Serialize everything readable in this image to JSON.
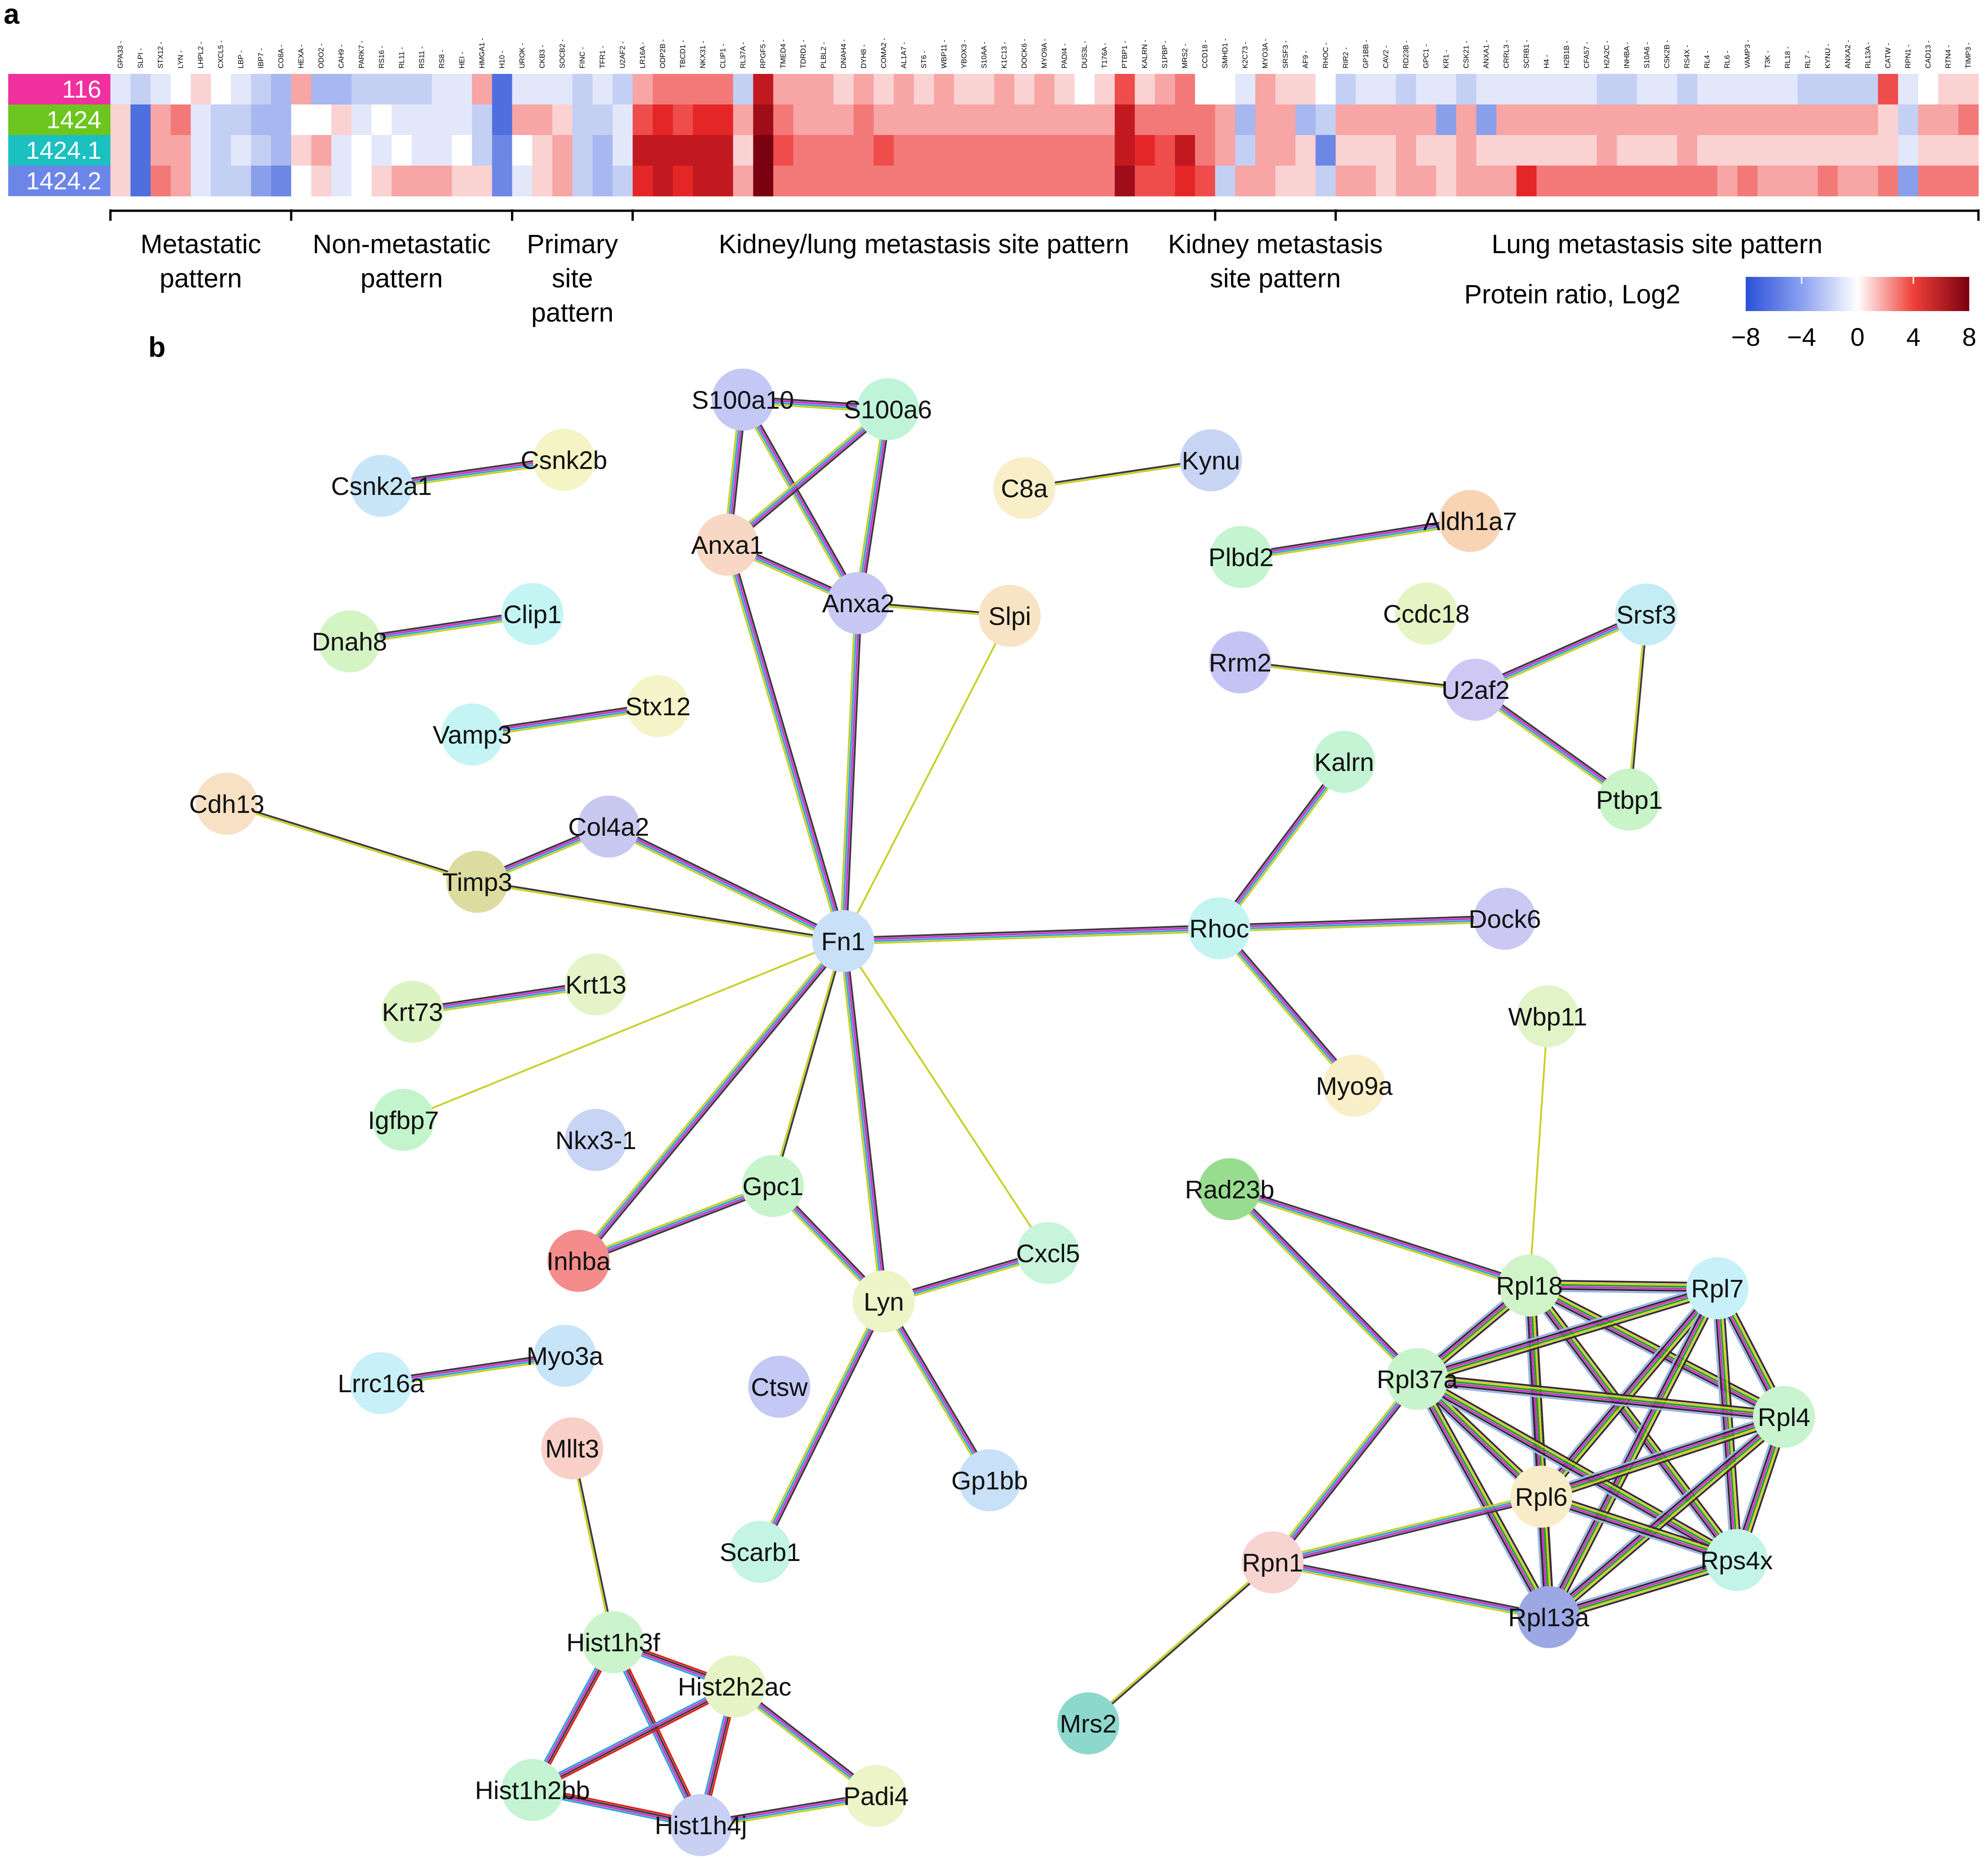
{
  "panel_a_label": "a",
  "panel_b_label": "b",
  "samples": [
    {
      "label": "116",
      "color": "#f0309e"
    },
    {
      "label": "1424",
      "color": "#6dc61f"
    },
    {
      "label": "1424.1",
      "color": "#1cc0c0"
    },
    {
      "label": "1424.2",
      "color": "#6c86e8"
    }
  ],
  "genes": [
    "GPA33",
    "SLPI",
    "STX12",
    "LYN",
    "LHPL2",
    "CXCL5",
    "LBP",
    "IBP7",
    "CO8A",
    "HEXA",
    "ODO2",
    "CAH9",
    "PARK7",
    "RS16",
    "RL11",
    "RS11",
    "RS8",
    "HEI",
    "HMGA1",
    "H10",
    "UROK",
    "CKB3",
    "SOCB2",
    "FINC",
    "TFR1",
    "U2AF2",
    "LR16A",
    "ODP2B",
    "TBCD1",
    "NKX31",
    "CLIP1",
    "RL37A",
    "RPGF5",
    "TMED4",
    "TDRD1",
    "PLBL2",
    "DNAH4",
    "DYH8",
    "COMA2",
    "AL1A7",
    "ST6",
    "WBP11",
    "YBOX3",
    "S10AA",
    "K1C13",
    "DOCK6",
    "MYO9A",
    "PADI4",
    "DUS3L",
    "T176A",
    "PTBP1",
    "KALRN",
    "S1PBP",
    "MRS2",
    "CCD18",
    "SMHD1",
    "K2C73",
    "MYO3A",
    "SRSF3",
    "AF9",
    "RHOC",
    "RIR2",
    "GP1BB",
    "CAV2",
    "RD23B",
    "GPC1",
    "KR1",
    "CSK21",
    "ANXA1",
    "CRRL3",
    "SCRB1",
    "H4",
    "H2B1B",
    "CFA57",
    "H2A2C",
    "INHBA",
    "S10A6",
    "CSK2B",
    "RS4X",
    "RL4",
    "RL6",
    "VAMP3",
    "T3K",
    "RL18",
    "RL7",
    "KYNU",
    "ANXA2",
    "RL13A",
    "CATW",
    "RPN1",
    "CAD13",
    "RTN4",
    "TIMP3"
  ],
  "heatmap": {
    "rows": [
      [
        -1,
        -2,
        -1,
        0,
        1,
        0,
        -1,
        -2,
        -3,
        2,
        -3,
        -3,
        -2,
        -2,
        -2,
        -2,
        -1,
        -1,
        2,
        -6,
        -1,
        -1,
        -1,
        -2,
        -1,
        -2,
        2,
        3,
        3,
        3,
        3,
        -2,
        6,
        2,
        2,
        2,
        1,
        2,
        1,
        2,
        1,
        2,
        1,
        1,
        2,
        1,
        2,
        1,
        0,
        1,
        4,
        1,
        2,
        3,
        0,
        0,
        -1,
        2,
        1,
        1,
        0,
        -2,
        -1,
        -1,
        -2,
        -1,
        -1,
        -2,
        -1,
        -1,
        -1,
        -1,
        -1,
        -1,
        -2,
        -2,
        -1,
        -1,
        -2,
        -1,
        -1,
        -1,
        -1,
        -1,
        -2,
        -2,
        -2,
        -2,
        4,
        -1,
        0,
        1,
        1
      ],
      [
        1,
        -6,
        2,
        3,
        -1,
        -2,
        -2,
        -3,
        -3,
        0,
        0,
        1,
        -1,
        0,
        -1,
        -1,
        -1,
        -1,
        -2,
        -6,
        2,
        2,
        1,
        -2,
        -2,
        -1,
        4,
        5,
        4,
        5,
        5,
        2,
        7,
        3,
        2,
        2,
        2,
        3,
        2,
        2,
        2,
        2,
        2,
        2,
        2,
        2,
        2,
        2,
        2,
        2,
        6,
        3,
        3,
        3,
        3,
        2,
        -3,
        2,
        2,
        -3,
        -2,
        2,
        2,
        2,
        2,
        2,
        -4,
        2,
        -4,
        2,
        2,
        2,
        2,
        2,
        2,
        2,
        2,
        2,
        2,
        2,
        2,
        2,
        2,
        2,
        2,
        2,
        2,
        2,
        1,
        -2,
        2,
        2,
        3
      ],
      [
        1,
        -6,
        2,
        2,
        -1,
        -2,
        -1,
        -2,
        -3,
        1,
        2,
        -1,
        0,
        -1,
        0,
        -1,
        -1,
        0,
        -2,
        -5,
        0,
        1,
        2,
        -2,
        -3,
        -1,
        6,
        6,
        6,
        6,
        6,
        1,
        8,
        4,
        3,
        3,
        3,
        3,
        4,
        3,
        3,
        3,
        3,
        3,
        3,
        3,
        3,
        3,
        3,
        3,
        6,
        5,
        4,
        6,
        3,
        2,
        -2,
        2,
        2,
        1,
        -5,
        1,
        1,
        1,
        2,
        1,
        1,
        2,
        1,
        1,
        1,
        1,
        1,
        1,
        2,
        1,
        1,
        1,
        2,
        1,
        1,
        1,
        1,
        1,
        1,
        1,
        1,
        1,
        1,
        -1,
        1,
        1,
        1
      ],
      [
        1,
        -6,
        3,
        2,
        -1,
        -2,
        -2,
        -4,
        -5,
        0,
        1,
        -1,
        0,
        1,
        2,
        2,
        2,
        1,
        1,
        -5,
        -1,
        1,
        2,
        -2,
        -3,
        -2,
        5,
        6,
        5,
        6,
        6,
        2,
        8,
        3,
        3,
        3,
        3,
        3,
        3,
        3,
        3,
        3,
        3,
        3,
        3,
        3,
        3,
        3,
        3,
        3,
        7,
        4,
        4,
        5,
        4,
        -2,
        2,
        2,
        1,
        1,
        -2,
        2,
        2,
        1,
        2,
        2,
        1,
        2,
        2,
        2,
        5,
        3,
        3,
        3,
        3,
        3,
        3,
        3,
        3,
        3,
        2,
        3,
        2,
        2,
        2,
        3,
        2,
        2,
        3,
        -4,
        3,
        3,
        3
      ]
    ],
    "groups": [
      {
        "label": "Metastatic\npattern",
        "start": 0,
        "end": 9
      },
      {
        "label": "Non-metastatic\npattern",
        "start": 9,
        "end": 20
      },
      {
        "label": "Primary\nsite\npattern",
        "start": 20,
        "end": 26
      },
      {
        "label": "Kidney/lung metastasis site pattern",
        "start": 26,
        "end": 55
      },
      {
        "label": "Kidney metastasis\nsite pattern",
        "start": 55,
        "end": 61
      },
      {
        "label": "Lung metastasis site pattern",
        "start": 61,
        "end": 93
      }
    ]
  },
  "colorbar": {
    "title": "Protein ratio, Log2",
    "ticks": [
      "−8",
      "−4",
      "0",
      "4",
      "8"
    ],
    "min_color": "#2a50d8",
    "mid_color": "#ffffff",
    "max_color": "#7a0010"
  },
  "network": {
    "nodes": [
      {
        "id": "S100a10",
        "color": "#c4c8f4"
      },
      {
        "id": "S100a6",
        "color": "#bff4d8"
      },
      {
        "id": "Csnk2a1",
        "color": "#c8e6f8"
      },
      {
        "id": "Csnk2b",
        "color": "#f4f4c4"
      },
      {
        "id": "C8a",
        "color": "#f8eec8"
      },
      {
        "id": "Kynu",
        "color": "#c8d4f4"
      },
      {
        "id": "Anxa1",
        "color": "#f8d8c4"
      },
      {
        "id": "Anxa2",
        "color": "#c8c8f4"
      },
      {
        "id": "Slpi",
        "color": "#f8e4c4"
      },
      {
        "id": "Plbd2",
        "color": "#c4f4d0"
      },
      {
        "id": "Aldh1a7",
        "color": "#f8d4b4"
      },
      {
        "id": "Dnah8",
        "color": "#d4f4c4"
      },
      {
        "id": "Clip1",
        "color": "#c4f4f4"
      },
      {
        "id": "Ccdc18",
        "color": "#e4f4c4"
      },
      {
        "id": "Srsf3",
        "color": "#c4ecf4"
      },
      {
        "id": "Rrm2",
        "color": "#c4c4f4"
      },
      {
        "id": "U2af2",
        "color": "#d0c8f4"
      },
      {
        "id": "Vamp3",
        "color": "#c4f4f4"
      },
      {
        "id": "Stx12",
        "color": "#f4f4c8"
      },
      {
        "id": "Kalrn",
        "color": "#c4f4d4"
      },
      {
        "id": "Ptbp1",
        "color": "#c8f4c8"
      },
      {
        "id": "Cdh13",
        "color": "#f8e0c4"
      },
      {
        "id": "Col4a2",
        "color": "#c8c8f0"
      },
      {
        "id": "Timp3",
        "color": "#dcdca0"
      },
      {
        "id": "Fn1",
        "color": "#c8e0f8"
      },
      {
        "id": "Rhoc",
        "color": "#c4f4f0"
      },
      {
        "id": "Dock6",
        "color": "#ccc8f4"
      },
      {
        "id": "Krt73",
        "color": "#dcf4c4"
      },
      {
        "id": "Krt13",
        "color": "#e4f4c8"
      },
      {
        "id": "Wbp11",
        "color": "#e0f4c8"
      },
      {
        "id": "Myo9a",
        "color": "#f8eec8"
      },
      {
        "id": "Igfbp7",
        "color": "#c4f4cc"
      },
      {
        "id": "Nkx3-1",
        "color": "#c8d4f4"
      },
      {
        "id": "Rad23b",
        "color": "#98dc90"
      },
      {
        "id": "Gpc1",
        "color": "#c8f4cc"
      },
      {
        "id": "Cxcl5",
        "color": "#c8f4dc"
      },
      {
        "id": "Inhba",
        "color": "#f48c8c"
      },
      {
        "id": "Lyn",
        "color": "#ecf4c8"
      },
      {
        "id": "Rpl18",
        "color": "#d0f4c8"
      },
      {
        "id": "Rpl7",
        "color": "#c8f0f8"
      },
      {
        "id": "Rpl37a",
        "color": "#c8f4cc"
      },
      {
        "id": "Myo3a",
        "color": "#c8e4f8"
      },
      {
        "id": "Lrrc16a",
        "color": "#c8f0f8"
      },
      {
        "id": "Ctsw",
        "color": "#c4c8f4"
      },
      {
        "id": "Rpl4",
        "color": "#c8f4d0"
      },
      {
        "id": "Mllt3",
        "color": "#f8d0c8"
      },
      {
        "id": "Gp1bb",
        "color": "#c8e0f8"
      },
      {
        "id": "Rpl6",
        "color": "#f8ecc8"
      },
      {
        "id": "Scarb1",
        "color": "#c4f4e4"
      },
      {
        "id": "Rpn1",
        "color": "#f8d4d0"
      },
      {
        "id": "Rps4x",
        "color": "#c4f4e8"
      },
      {
        "id": "Rpl13a",
        "color": "#9ca8e4"
      },
      {
        "id": "Hist1h3f",
        "color": "#ccf4cc"
      },
      {
        "id": "Hist2h2ac",
        "color": "#e4f4c4"
      },
      {
        "id": "Mrs2",
        "color": "#8cd8cc"
      },
      {
        "id": "Hist1h2bb",
        "color": "#c4f4d4"
      },
      {
        "id": "Padi4",
        "color": "#ecf4c8"
      },
      {
        "id": "Hist1h4j",
        "color": "#c8d0f4"
      }
    ],
    "edges": [
      [
        "S100a10",
        "S100a6"
      ],
      [
        "S100a10",
        "Anxa1"
      ],
      [
        "S100a10",
        "Anxa2"
      ],
      [
        "S100a6",
        "Anxa1"
      ],
      [
        "S100a6",
        "Anxa2"
      ],
      [
        "Anxa1",
        "Anxa2"
      ],
      [
        "Anxa1",
        "Fn1"
      ],
      [
        "Anxa2",
        "Fn1"
      ],
      [
        "Anxa2",
        "Slpi"
      ],
      [
        "Slpi",
        "Fn1"
      ],
      [
        "Csnk2a1",
        "Csnk2b"
      ],
      [
        "C8a",
        "Kynu"
      ],
      [
        "Plbd2",
        "Aldh1a7"
      ],
      [
        "Dnah8",
        "Clip1"
      ],
      [
        "Vamp3",
        "Stx12"
      ],
      [
        "Rrm2",
        "U2af2"
      ],
      [
        "U2af2",
        "Srsf3"
      ],
      [
        "U2af2",
        "Ptbp1"
      ],
      [
        "Srsf3",
        "Ptbp1"
      ],
      [
        "Cdh13",
        "Timp3"
      ],
      [
        "Timp3",
        "Col4a2"
      ],
      [
        "Timp3",
        "Fn1"
      ],
      [
        "Col4a2",
        "Fn1"
      ],
      [
        "Fn1",
        "Rhoc"
      ],
      [
        "Rhoc",
        "Kalrn"
      ],
      [
        "Rhoc",
        "Dock6"
      ],
      [
        "Rhoc",
        "Myo9a"
      ],
      [
        "Krt73",
        "Krt13"
      ],
      [
        "Igfbp7",
        "Fn1"
      ],
      [
        "Fn1",
        "Gpc1"
      ],
      [
        "Fn1",
        "Inhba"
      ],
      [
        "Fn1",
        "Lyn"
      ],
      [
        "Fn1",
        "Cxcl5"
      ],
      [
        "Gpc1",
        "Inhba"
      ],
      [
        "Gpc1",
        "Lyn"
      ],
      [
        "Lyn",
        "Cxcl5"
      ],
      [
        "Lyn",
        "Scarb1"
      ],
      [
        "Lyn",
        "Gp1bb"
      ],
      [
        "Lrrc16a",
        "Myo3a"
      ],
      [
        "Mllt3",
        "Hist1h3f"
      ],
      [
        "Hist1h3f",
        "Hist2h2ac"
      ],
      [
        "Hist1h3f",
        "Hist1h2bb"
      ],
      [
        "Hist1h3f",
        "Hist1h4j"
      ],
      [
        "Hist2h2ac",
        "Hist1h2bb"
      ],
      [
        "Hist2h2ac",
        "Hist1h4j"
      ],
      [
        "Hist2h2ac",
        "Padi4"
      ],
      [
        "Hist1h2bb",
        "Hist1h4j"
      ],
      [
        "Hist1h4j",
        "Padi4"
      ],
      [
        "Wbp11",
        "Rpl18"
      ],
      [
        "Rad23b",
        "Rpl18"
      ],
      [
        "Rad23b",
        "Rpl37a"
      ],
      [
        "Rpl18",
        "Rpl7"
      ],
      [
        "Rpl18",
        "Rpl37a"
      ],
      [
        "Rpl18",
        "Rpl4"
      ],
      [
        "Rpl18",
        "Rpl6"
      ],
      [
        "Rpl18",
        "Rps4x"
      ],
      [
        "Rpl18",
        "Rpl13a"
      ],
      [
        "Rpl7",
        "Rpl37a"
      ],
      [
        "Rpl7",
        "Rpl4"
      ],
      [
        "Rpl7",
        "Rpl6"
      ],
      [
        "Rpl7",
        "Rps4x"
      ],
      [
        "Rpl7",
        "Rpl13a"
      ],
      [
        "Rpl37a",
        "Rpl4"
      ],
      [
        "Rpl37a",
        "Rpl6"
      ],
      [
        "Rpl37a",
        "Rps4x"
      ],
      [
        "Rpl37a",
        "Rpl13a"
      ],
      [
        "Rpl37a",
        "Rpn1"
      ],
      [
        "Rpl4",
        "Rpl6"
      ],
      [
        "Rpl4",
        "Rps4x"
      ],
      [
        "Rpl4",
        "Rpl13a"
      ],
      [
        "Rpl6",
        "Rps4x"
      ],
      [
        "Rpl6",
        "Rpl13a"
      ],
      [
        "Rpl6",
        "Rpn1"
      ],
      [
        "Rps4x",
        "Rpl13a"
      ],
      [
        "Rpn1",
        "Rpl13a"
      ],
      [
        "Rpn1",
        "Mrs2"
      ]
    ]
  }
}
